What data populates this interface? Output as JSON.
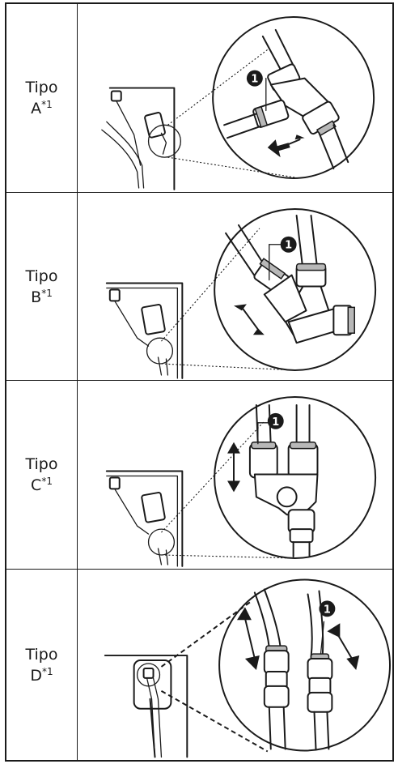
{
  "rows": [
    {
      "type_word": "Tipo",
      "type_letter": "A",
      "footnote": "*1",
      "callout": "1"
    },
    {
      "type_word": "Tipo",
      "type_letter": "B",
      "footnote": "*1",
      "callout": "1"
    },
    {
      "type_word": "Tipo",
      "type_letter": "C",
      "footnote": "*1",
      "callout": "1"
    },
    {
      "type_word": "Tipo",
      "type_letter": "D",
      "footnote": "*1",
      "callout": "1"
    }
  ]
}
